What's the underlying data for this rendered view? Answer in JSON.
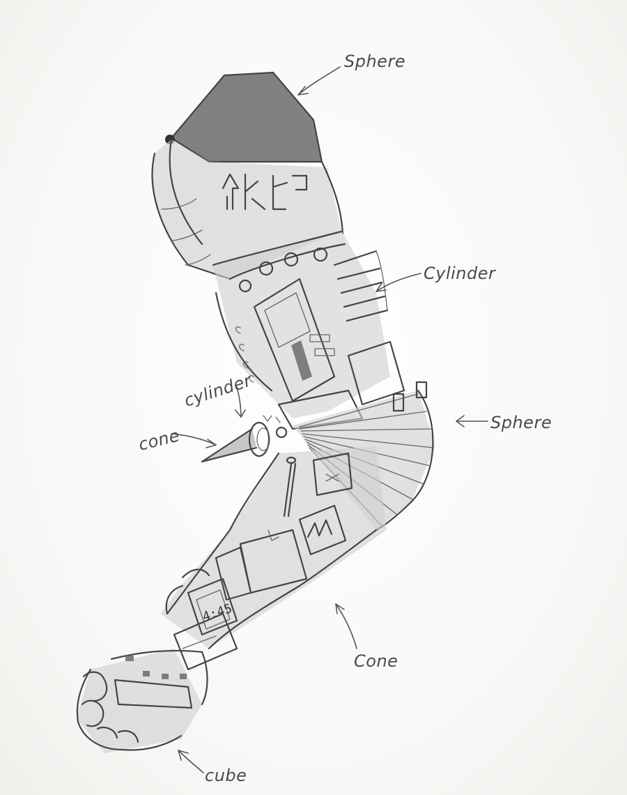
{
  "labels": {
    "shoulder_top": "Sphere",
    "upper_arm": "Cylinder",
    "elbow": "Sphere",
    "spike_collar": "cylinder",
    "spike": "cone",
    "forearm": "Cone",
    "fist": "cube"
  }
}
